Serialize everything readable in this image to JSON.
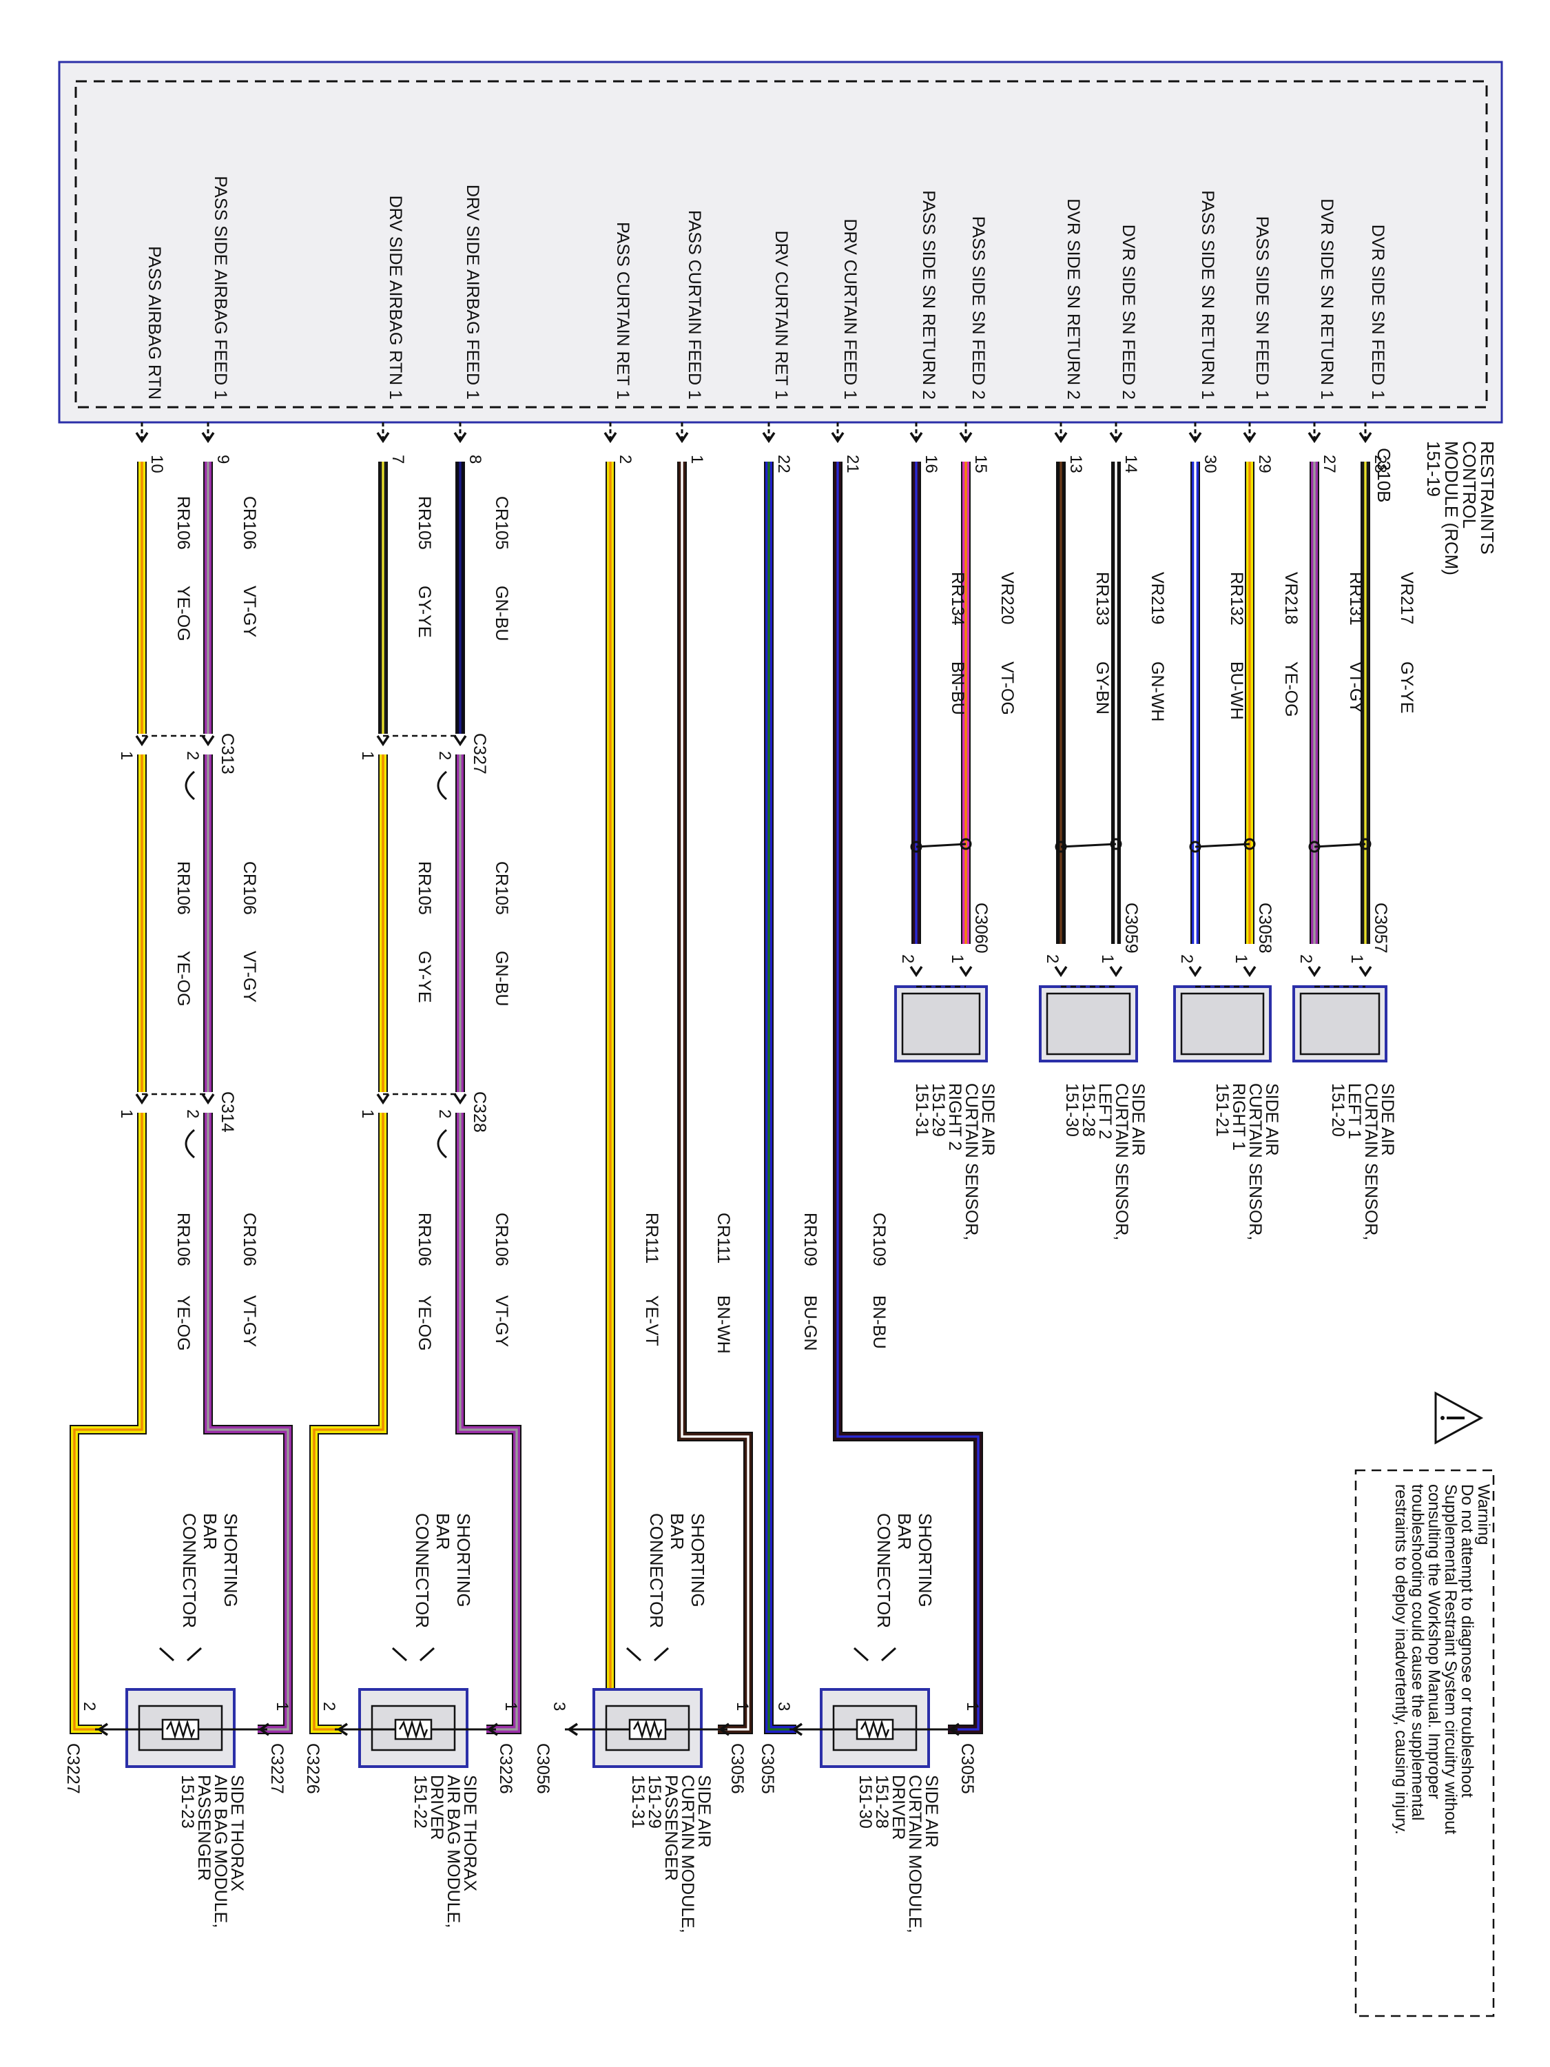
{
  "rcm": {
    "name_lines": [
      "RESTRAINTS",
      "CONTROL",
      "MODULE (RCM)",
      "151-19"
    ],
    "connector": "C310B",
    "box_color": "#2b2fa8"
  },
  "signals": [
    {
      "label": "DVR SIDE SN FEED 1",
      "pin": "28",
      "circuit": "VR217",
      "color_code": "GY-YE",
      "colors": [
        "#1a1a1a",
        "#e8e02a"
      ]
    },
    {
      "label": "DVR SIDE SN RETURN 1",
      "pin": "27",
      "circuit": "RR131",
      "color_code": "VT-GY",
      "colors": [
        "#9b2fa8",
        "#9a9a9a"
      ]
    },
    {
      "label": "PASS SIDE SN FEED 1",
      "pin": "29",
      "circuit": "VR218",
      "color_code": "YE-OG",
      "colors": [
        "#f2e600",
        "#f08a00"
      ]
    },
    {
      "label": "PASS SIDE SN RETURN 1",
      "pin": "30",
      "circuit": "RR132",
      "color_code": "BU-WH",
      "colors": [
        "#1f2bd6",
        "#ffffff"
      ]
    },
    {
      "label": "DVR SIDE SN FEED 2",
      "pin": "14",
      "circuit": "VR219",
      "color_code": "GN-WH",
      "colors": [
        "#111111",
        "#ffffff"
      ]
    },
    {
      "label": "DVR SIDE SN RETURN 2",
      "pin": "13",
      "circuit": "RR133",
      "color_code": "GY-BN",
      "colors": [
        "#111111",
        "#6b3a1a"
      ]
    },
    {
      "label": "PASS SIDE SN FEED 2",
      "pin": "15",
      "circuit": "VR220",
      "color_code": "VT-OG",
      "colors": [
        "#d930b8",
        "#f08a00"
      ]
    },
    {
      "label": "PASS SIDE SN RETURN 2",
      "pin": "16",
      "circuit": "RR134",
      "color_code": "BN-BU",
      "colors": [
        "#2a0e20",
        "#2a2ad6"
      ]
    },
    {
      "label": "DRV CURTAIN FEED 1",
      "pin": "21",
      "circuit": "CR109",
      "color_code": "BN-BU",
      "colors": [
        "#2a0e1a",
        "#2a2ad6"
      ]
    },
    {
      "label": "DRV CURTAIN RET 1",
      "pin": "22",
      "circuit": "RR109",
      "color_code": "BU-GN",
      "colors": [
        "#1f1fc8",
        "#1a6b1a"
      ]
    },
    {
      "label": "PASS CURTAIN FEED 1",
      "pin": "1",
      "circuit": "CR111",
      "color_code": "BN-WH",
      "colors": [
        "#3a1a10",
        "#ffffff"
      ]
    },
    {
      "label": "PASS CURTAIN RET 1",
      "pin": "2",
      "circuit": "RR111",
      "color_code": "YE-VT",
      "colors": [
        "#f0e000",
        "#f08a00"
      ]
    },
    {
      "label": "DRV SIDE AIRBAG FEED 1",
      "pin": "8",
      "circuit": "CR105",
      "color_code": "GN-BU",
      "colors": [
        "#0c0c1a",
        "#1a1a8a"
      ]
    },
    {
      "label": "DRV SIDE AIRBAG RTN 1",
      "pin": "7",
      "circuit": "RR105",
      "color_code": "GY-YE",
      "colors": [
        "#1a1a1a",
        "#e8e02a"
      ]
    },
    {
      "label": "PASS SIDE AIRBAG FEED 1",
      "pin": "9",
      "circuit": "CR106",
      "color_code": "VT-GY",
      "colors": [
        "#9b2fa8",
        "#9a9a9a"
      ]
    },
    {
      "label": "PASS AIRBAG RTN",
      "pin": "10",
      "circuit": "RR106",
      "color_code": "YE-OG",
      "colors": [
        "#f2e600",
        "#f08a00"
      ]
    }
  ],
  "sensors": [
    {
      "connector": "C3057",
      "pin_a": "1",
      "pin_b": "2",
      "name_lines": [
        "SIDE AIR",
        "CURTAIN SENSOR,",
        "LEFT 1",
        "151-20"
      ]
    },
    {
      "connector": "C3058",
      "pin_a": "1",
      "pin_b": "2",
      "name_lines": [
        "SIDE AIR",
        "CURTAIN SENSOR,",
        "RIGHT 1",
        "151-21"
      ]
    },
    {
      "connector": "C3059",
      "pin_a": "1",
      "pin_b": "2",
      "name_lines": [
        "SIDE AIR",
        "CURTAIN SENSOR,",
        "LEFT 2",
        "151-28",
        "151-30"
      ]
    },
    {
      "connector": "C3060",
      "pin_a": "1",
      "pin_b": "2",
      "name_lines": [
        "SIDE AIR",
        "CURTAIN SENSOR,",
        "RIGHT 2",
        "151-29",
        "151-31"
      ]
    }
  ],
  "inline_connectors": [
    {
      "name": "C313",
      "pin_a": "2",
      "pin_b": "1"
    },
    {
      "name": "C314",
      "pin_a": "2",
      "pin_b": "1"
    },
    {
      "name": "C327",
      "pin_a": "2",
      "pin_b": "1"
    },
    {
      "name": "C328",
      "pin_a": "2",
      "pin_b": "1"
    }
  ],
  "post_inline_wires": [
    {
      "circuit": "CR106",
      "color_code": "VT-GY",
      "colors": [
        "#9b2fa8",
        "#9a9a9a"
      ]
    },
    {
      "circuit": "RR106",
      "color_code": "YE-OG",
      "colors": [
        "#f2e600",
        "#f08a00"
      ]
    },
    {
      "circuit": "CR105",
      "color_code": "GN-BU",
      "colors": [
        "#0c0c1a",
        "#1a1a8a"
      ]
    },
    {
      "circuit": "RR105",
      "color_code": "GY-YE",
      "colors": [
        "#1a1a1a",
        "#e8e02a"
      ]
    },
    {
      "circuit": "CR106",
      "color_code": "VT-GY",
      "colors": [
        "#9b2fa8",
        "#9a9a9a"
      ]
    },
    {
      "circuit": "RR106",
      "color_code": "YE-OG",
      "colors": [
        "#f2e600",
        "#f08a00"
      ]
    },
    {
      "circuit": "CR106",
      "color_code": "VT-GY",
      "colors": [
        "#9b2fa8",
        "#9a9a9a"
      ]
    },
    {
      "circuit": "RR106",
      "color_code": "YE-OG",
      "colors": [
        "#f2e600",
        "#f08a00"
      ]
    }
  ],
  "shorting_bar_label": [
    "SHORTING",
    "BAR",
    "CONNECTOR"
  ],
  "modules": [
    {
      "connector_a": "C3055",
      "connector_b": "C3055",
      "pin_a": "1",
      "pin_b": "3",
      "name_lines": [
        "SIDE AIR",
        "CURTAIN MODULE,",
        "DRIVER",
        "151-28",
        "151-30"
      ]
    },
    {
      "connector_a": "C3056",
      "connector_b": "C3056",
      "pin_a": "1",
      "pin_b": "3",
      "name_lines": [
        "SIDE AIR",
        "CURTAIN MODULE,",
        "PASSENGER",
        "151-29",
        "151-31"
      ]
    },
    {
      "connector_a": "C3226",
      "connector_b": "C3226",
      "pin_a": "1",
      "pin_b": "2",
      "name_lines": [
        "SIDE THORAX",
        "AIR BAG MODULE,",
        "DRIVER",
        "151-22"
      ]
    },
    {
      "connector_a": "C3227",
      "connector_b": "C3227",
      "pin_a": "1",
      "pin_b": "2",
      "name_lines": [
        "SIDE THORAX",
        "AIR BAG MODULE,",
        "PASSENGER",
        "151-23"
      ]
    }
  ],
  "warning": {
    "title": "Warning",
    "lines": [
      "Do not attempt to diagnose or troubleshoot",
      "Supplemental Restraint System circuitry without",
      "consulting the Workshop Manual. Improper",
      "troubleshooting could cause the supplemental",
      "restraints to deploy inadvertently, causing injury."
    ],
    "symbol": "warning-triangle-icon"
  },
  "colors": {
    "box_border": "#2b2fa8",
    "box_fill": "#efeff2",
    "component_fill": "#e6e6ea"
  }
}
